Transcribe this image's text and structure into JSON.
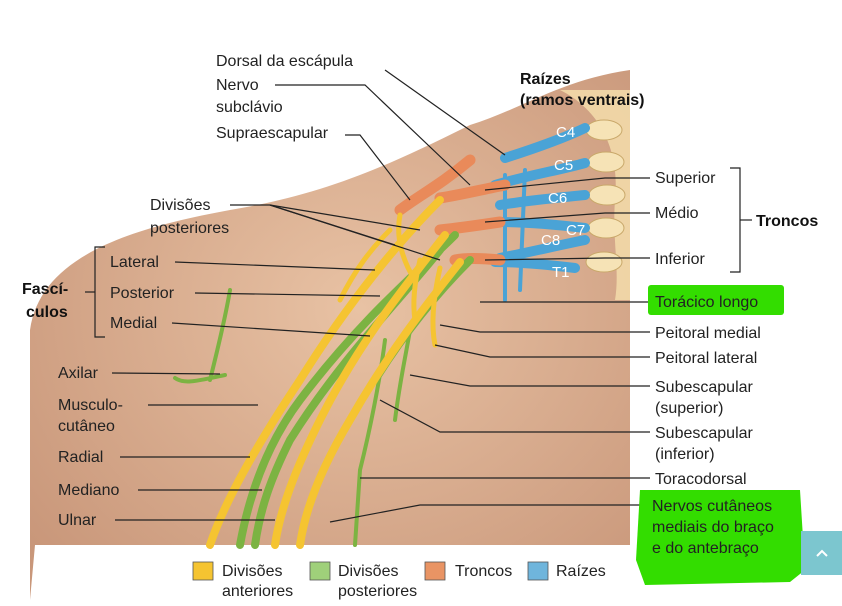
{
  "labels_left": {
    "dorsal_escapula": "Dorsal da escápula",
    "nervo_subclavio_1": "Nervo",
    "nervo_subclavio_2": "subclávio",
    "supraescapular": "Supraescapular",
    "divisoes_posteriores_1": "Divisões",
    "divisoes_posteriores_2": "posteriores",
    "lateral": "Lateral",
    "posterior": "Posterior",
    "medial": "Medial",
    "fasciculos_1": "Fascí-",
    "fasciculos_2": "culos",
    "axilar": "Axilar",
    "musculocutaneo_1": "Musculo-",
    "musculocutaneo_2": "cutâneo",
    "radial": "Radial",
    "mediano": "Mediano",
    "ulnar": "Ulnar"
  },
  "labels_right": {
    "raizes_1": "Raízes",
    "raizes_2": "(ramos ventrais)",
    "superior": "Superior",
    "medio": "Médio",
    "inferior": "Inferior",
    "troncos": "Troncos",
    "toracico_longo": "Torácico longo",
    "peitoral_medial": "Peitoral medial",
    "peitoral_lateral": "Peitoral lateral",
    "subescapular_sup_1": "Subescapular",
    "subescapular_sup_2": "(superior)",
    "subescapular_inf_1": "Subescapular",
    "subescapular_inf_2": "(inferior)",
    "toracodorsal": "Toracodorsal",
    "cutaneos_1": "Nervos cutâneos",
    "cutaneos_2": "mediais do braço",
    "cutaneos_3": "e do antebraço"
  },
  "roots": [
    "C4",
    "C5",
    "C6",
    "C7",
    "C8",
    "T1"
  ],
  "legend": [
    {
      "label_1": "Divisões",
      "label_2": "anteriores",
      "color": "#f5c431"
    },
    {
      "label_1": "Divisões",
      "label_2": "posteriores",
      "color": "#9fd07a"
    },
    {
      "label_1": "Troncos",
      "label_2": "",
      "color": "#e99464"
    },
    {
      "label_1": "Raízes",
      "label_2": "",
      "color": "#6fb5dc"
    }
  ],
  "colors": {
    "skin": "#e0b89a",
    "anterior_divisions": "#f5c431",
    "posterior_divisions": "#7cb342",
    "trunks": "#e98a5a",
    "roots": "#4aa3d6",
    "highlight": "#33dd00",
    "scroll_button": "#7cc6cf"
  },
  "scroll_button": {
    "icon": "chevron-up-icon"
  }
}
